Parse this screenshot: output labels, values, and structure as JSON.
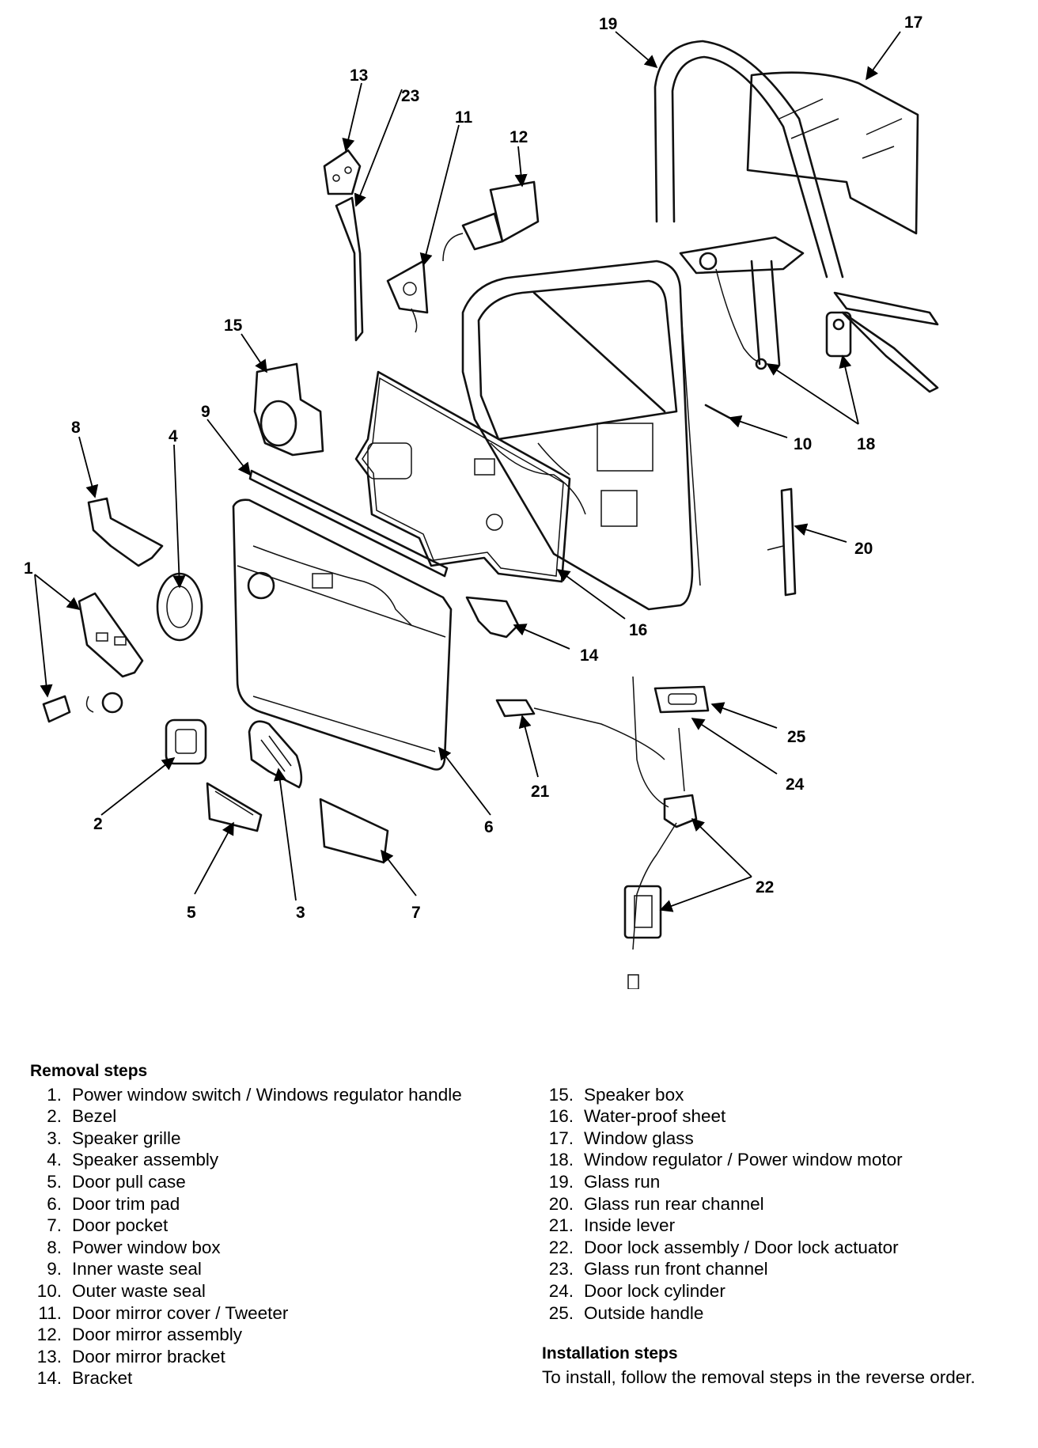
{
  "callouts": {
    "c1": "1",
    "c2": "2",
    "c3": "3",
    "c4": "4",
    "c5": "5",
    "c6": "6",
    "c7": "7",
    "c8": "8",
    "c9": "9",
    "c10": "10",
    "c11": "11",
    "c12": "12",
    "c13": "13",
    "c14": "14",
    "c15": "15",
    "c16": "16",
    "c17": "17",
    "c18": "18",
    "c19": "19",
    "c20": "20",
    "c21": "21",
    "c22": "22",
    "c23": "23",
    "c24": "24",
    "c25": "25"
  },
  "removal": {
    "heading": "Removal steps",
    "left": [
      {
        "num": "1.",
        "text": "Power window switch / Windows regulator handle"
      },
      {
        "num": "2.",
        "text": "Bezel"
      },
      {
        "num": "3.",
        "text": "Speaker grille"
      },
      {
        "num": "4.",
        "text": "Speaker  assembly"
      },
      {
        "num": "5.",
        "text": "Door pull case"
      },
      {
        "num": "6.",
        "text": "Door trim pad"
      },
      {
        "num": "7.",
        "text": "Door pocket"
      },
      {
        "num": "8.",
        "text": "Power window box"
      },
      {
        "num": "9.",
        "text": "Inner waste seal"
      },
      {
        "num": "10.",
        "text": "Outer waste seal"
      },
      {
        "num": "11.",
        "text": "Door mirror cover / Tweeter"
      },
      {
        "num": "12.",
        "text": "Door mirror assembly"
      },
      {
        "num": "13.",
        "text": "Door mirror bracket"
      },
      {
        "num": "14.",
        "text": "Bracket"
      }
    ],
    "right": [
      {
        "num": "15.",
        "text": "Speaker box"
      },
      {
        "num": "16.",
        "text": "Water-proof sheet"
      },
      {
        "num": "17.",
        "text": "Window glass"
      },
      {
        "num": "18.",
        "text": "Window regulator / Power window motor"
      },
      {
        "num": "19.",
        "text": "Glass run"
      },
      {
        "num": "20.",
        "text": "Glass run rear channel"
      },
      {
        "num": "21.",
        "text": "Inside lever"
      },
      {
        "num": "22.",
        "text": "Door lock assembly / Door lock actuator"
      },
      {
        "num": "23.",
        "text": "Glass run front channel"
      },
      {
        "num": "24.",
        "text": "Door lock cylinder"
      },
      {
        "num": "25.",
        "text": "Outside handle"
      }
    ]
  },
  "installation": {
    "heading": "Installation steps",
    "text": "To install, follow the removal steps in the reverse order."
  }
}
